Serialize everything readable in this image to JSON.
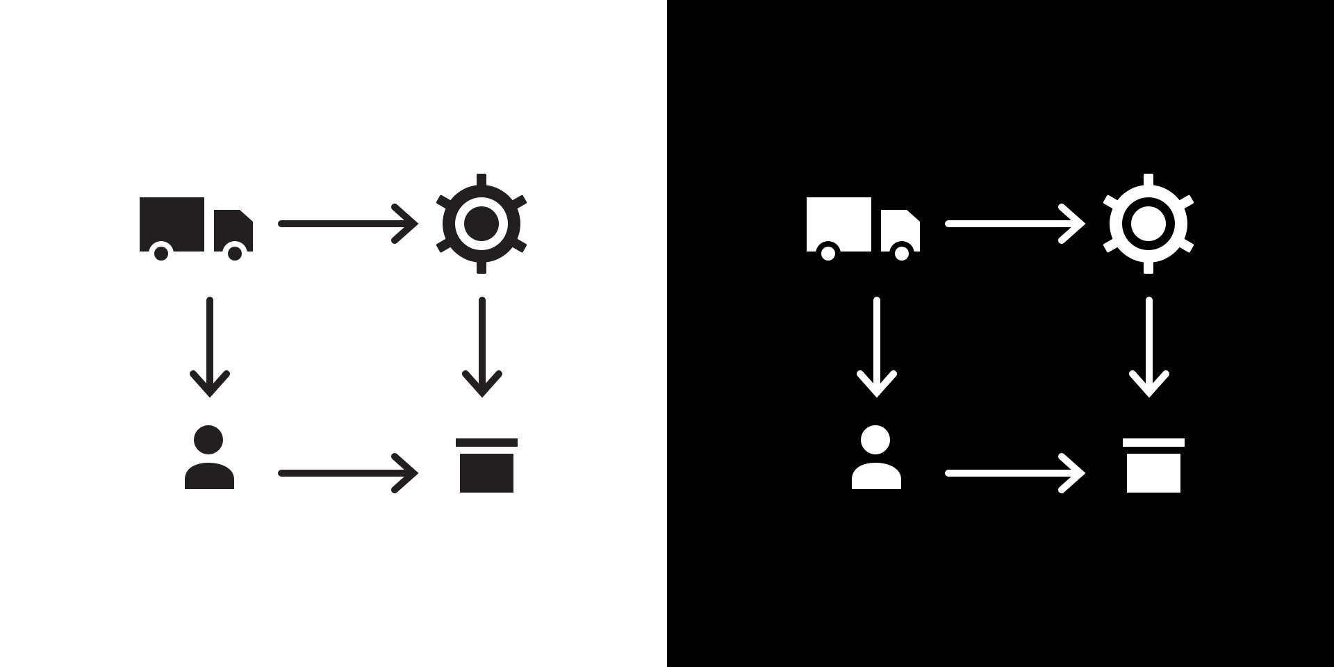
{
  "panels": [
    {
      "id": "light",
      "theme": "light",
      "background": "#ffffff",
      "foreground": "#231f20",
      "icons": [
        "truck-icon",
        "gear-icon",
        "person-icon",
        "box-icon"
      ],
      "flow": [
        {
          "from": "truck",
          "to": "gear",
          "direction": "right"
        },
        {
          "from": "truck",
          "to": "person",
          "direction": "down"
        },
        {
          "from": "gear",
          "to": "box",
          "direction": "down"
        },
        {
          "from": "person",
          "to": "box",
          "direction": "right"
        }
      ]
    },
    {
      "id": "dark",
      "theme": "dark",
      "background": "#000000",
      "foreground": "#ffffff",
      "icons": [
        "truck-icon",
        "gear-icon",
        "person-icon",
        "box-icon"
      ],
      "flow": [
        {
          "from": "truck",
          "to": "gear",
          "direction": "right"
        },
        {
          "from": "truck",
          "to": "person",
          "direction": "down"
        },
        {
          "from": "gear",
          "to": "box",
          "direction": "down"
        },
        {
          "from": "person",
          "to": "box",
          "direction": "right"
        }
      ]
    }
  ]
}
